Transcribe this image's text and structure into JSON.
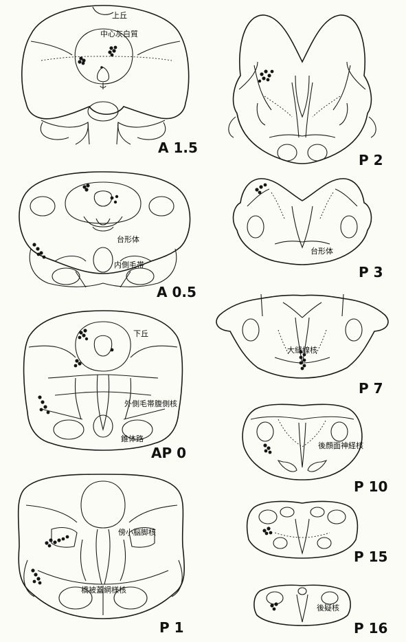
{
  "sections": {
    "a15": {
      "label": "A 1.5",
      "parts": {
        "superior_colliculus": "上丘",
        "central_gray": "中心灰白質"
      }
    },
    "a05": {
      "label": "A 0.5",
      "parts": {
        "trapezoid_body": "台形体 ",
        "medial_lemniscus": "内側毛帯"
      }
    },
    "ap0": {
      "label": "AP 0",
      "parts": {
        "inferior_colliculus": "下丘",
        "ventral_nucleus_lateral_lemniscus": "外側毛帯腹側核",
        "pyramidal_tract": "錐体路"
      }
    },
    "p1": {
      "label": "P 1",
      "parts": {
        "parabrachial_nucleus": "傍小脳脚核",
        "pontine_reticular_nucleus": "橋被蓋網様核"
      }
    },
    "p2": {
      "label": "P 2"
    },
    "p3": {
      "label": "P 3",
      "parts": {
        "trapezoid_body": "台形体"
      }
    },
    "p7": {
      "label": "P 7",
      "parts": {
        "raphe_magnus": "大縫線核"
      }
    },
    "p10": {
      "label": "P 10",
      "parts": {
        "retrofacial_nucleus": "後顔面神経核"
      }
    },
    "p15": {
      "label": "P 15"
    },
    "p16": {
      "label": "P 16",
      "parts": {
        "nucleus_ambiguus_retro": "後疑核"
      }
    }
  }
}
